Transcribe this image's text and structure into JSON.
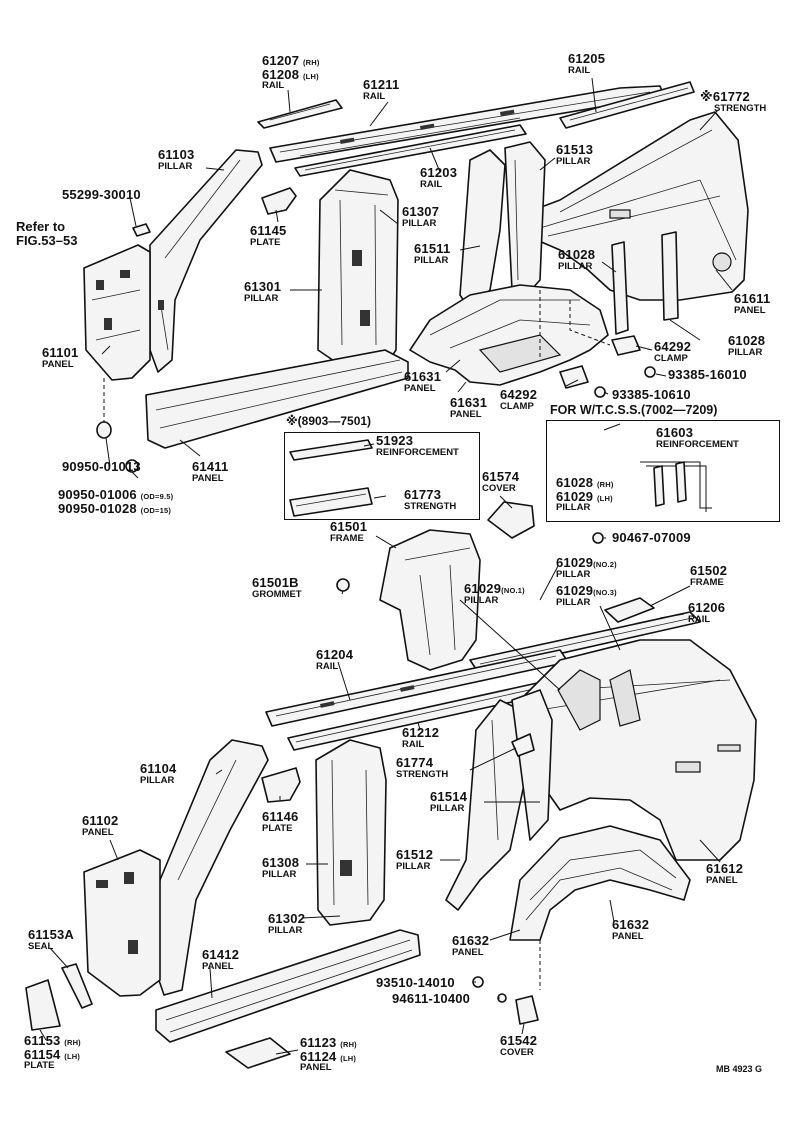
{
  "title_note": "MB 4923 G",
  "refer": {
    "line1": "Refer  to",
    "line2": "FIG.53–53"
  },
  "star_range": "※(8903—7501)",
  "tcss": {
    "heading": "FOR  W/T.C.S.S.(7002—7209)"
  },
  "parts": {
    "p61207": {
      "num1": "61207",
      "q1": "(RH)",
      "num2": "61208",
      "q2": "(LH)",
      "desc": "RAIL"
    },
    "p61211": {
      "num": "61211",
      "desc": "RAIL"
    },
    "p61205": {
      "num": "61205",
      "desc": "RAIL"
    },
    "p61772": {
      "num": "※61772",
      "desc": "STRENGTH"
    },
    "p61103": {
      "num": "61103",
      "desc": "PILLAR"
    },
    "p55299": {
      "num": "55299-30010",
      "desc": ""
    },
    "p61145": {
      "num": "61145",
      "desc": "PLATE"
    },
    "p61203": {
      "num": "61203",
      "desc": "RAIL"
    },
    "p61513": {
      "num": "61513",
      "desc": "PILLAR"
    },
    "p61307": {
      "num": "61307",
      "desc": "PILLAR"
    },
    "p61511": {
      "num": "61511",
      "desc": "PILLAR"
    },
    "p61028a": {
      "num": "61028",
      "desc": "PILLAR"
    },
    "p61611": {
      "num": "61611",
      "desc": "PANEL"
    },
    "p61301": {
      "num": "61301",
      "desc": "PILLAR"
    },
    "p61101": {
      "num": "61101",
      "desc": "PANEL"
    },
    "p61028b": {
      "num": "61028",
      "desc": "PILLAR"
    },
    "p64292a": {
      "num": "64292",
      "desc": "CLAMP"
    },
    "p93385a": {
      "num": "93385-16010",
      "desc": ""
    },
    "p61631a": {
      "num": "61631",
      "desc": "PANEL"
    },
    "p61631b": {
      "num": "61631",
      "desc": "PANEL"
    },
    "p64292b": {
      "num": "64292",
      "desc": "CLAMP"
    },
    "p93385b": {
      "num": "93385-10610",
      "desc": ""
    },
    "p61603": {
      "num": "61603",
      "desc": "REINFORCEMENT"
    },
    "p61028c": {
      "num1": "61028",
      "q1": "(RH)",
      "num2": "61029",
      "q2": "(LH)",
      "desc": "PILLAR"
    },
    "p51923": {
      "num": "51923",
      "desc": "REINFORCEMENT"
    },
    "p61773": {
      "num": "61773",
      "desc": "STRENGTH"
    },
    "p61574": {
      "num": "61574",
      "desc": "COVER"
    },
    "p61411": {
      "num": "61411",
      "desc": "PANEL"
    },
    "p90950a": {
      "num": "90950-01013",
      "desc": ""
    },
    "p90950b": {
      "num": "90950-01006",
      "q": "(OD=9.5)"
    },
    "p90950c": {
      "num": "90950-01028",
      "q": "(OD=15)"
    },
    "p90467": {
      "num": "90467-07009",
      "desc": ""
    },
    "p61501": {
      "num": "61501",
      "desc": "FRAME"
    },
    "p61029n2": {
      "num": "61029",
      "q": "(NO.2)",
      "desc": "PILLAR"
    },
    "p61502": {
      "num": "61502",
      "desc": "FRAME"
    },
    "p61501b": {
      "num": "61501B",
      "desc": "GROMMET"
    },
    "p61029n1": {
      "num": "61029",
      "q": "(NO.1)",
      "desc": "PILLAR"
    },
    "p61029n3": {
      "num": "61029",
      "q": "(NO.3)",
      "desc": "PILLAR"
    },
    "p61206": {
      "num": "61206",
      "desc": "RAIL"
    },
    "p61204": {
      "num": "61204",
      "desc": "RAIL"
    },
    "p61212": {
      "num": "61212",
      "desc": "RAIL"
    },
    "p61774": {
      "num": "61774",
      "desc": "STRENGTH"
    },
    "p61104": {
      "num": "61104",
      "desc": "PILLAR"
    },
    "p61146": {
      "num": "61146",
      "desc": "PLATE"
    },
    "p61514": {
      "num": "61514",
      "desc": "PILLAR"
    },
    "p61102": {
      "num": "61102",
      "desc": "PANEL"
    },
    "p61308": {
      "num": "61308",
      "desc": "PILLAR"
    },
    "p61512": {
      "num": "61512",
      "desc": "PILLAR"
    },
    "p61612": {
      "num": "61612",
      "desc": "PANEL"
    },
    "p61302": {
      "num": "61302",
      "desc": "PILLAR"
    },
    "p61632a": {
      "num": "61632",
      "desc": "PANEL"
    },
    "p61632b": {
      "num": "61632",
      "desc": "PANEL"
    },
    "p61153a": {
      "num": "61153A",
      "desc": "SEAL"
    },
    "p61412": {
      "num": "61412",
      "desc": "PANEL"
    },
    "p93510": {
      "num": "93510-14010",
      "desc": ""
    },
    "p94611": {
      "num": "94611-10400",
      "desc": ""
    },
    "p61153": {
      "num1": "61153",
      "q1": "(RH)",
      "num2": "61154",
      "q2": "(LH)",
      "desc": "PLATE"
    },
    "p61123": {
      "num1": "61123",
      "q1": "(RH)",
      "num2": "61124",
      "q2": "(LH)",
      "desc": "PANEL"
    },
    "p61542": {
      "num": "61542",
      "desc": "COVER"
    }
  }
}
